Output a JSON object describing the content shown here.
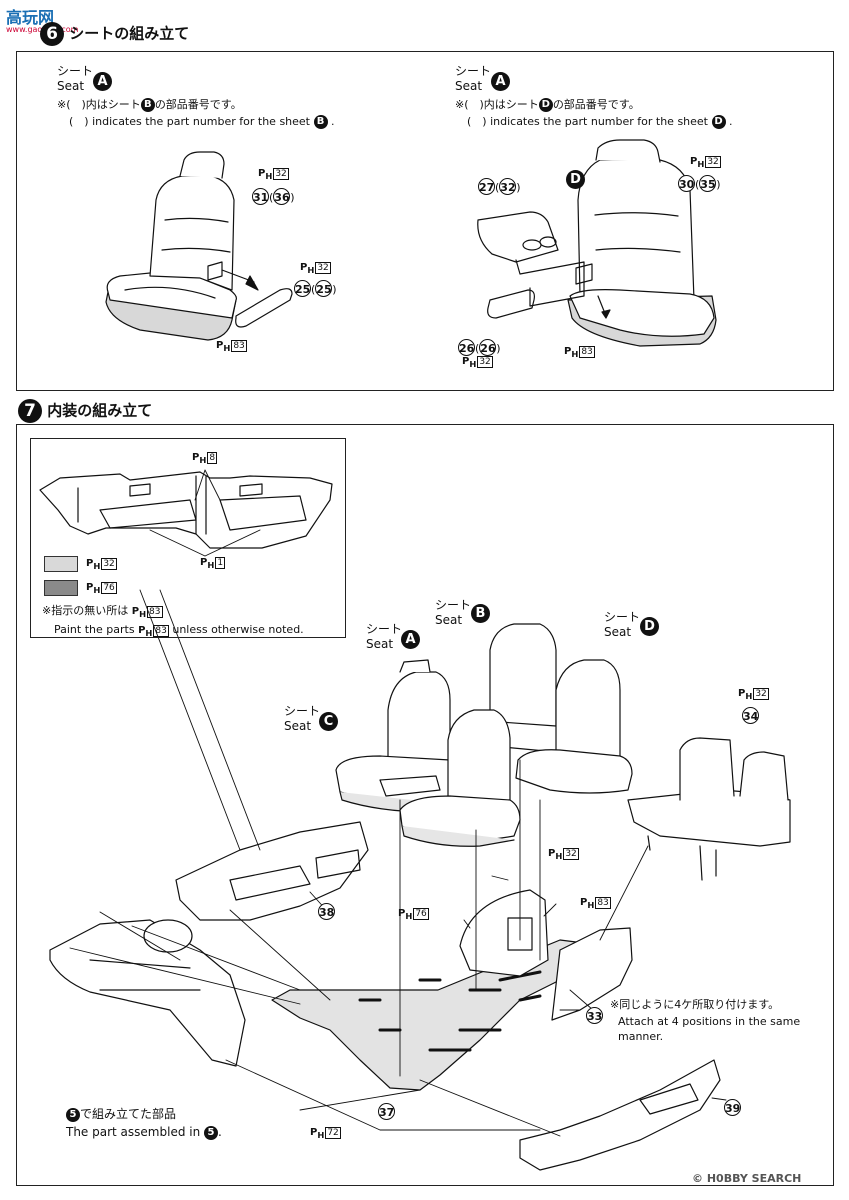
{
  "header": {
    "logo_text": "高玩网",
    "logo_sub": "www.gaowan.com",
    "step6_title": "シートの組み立て",
    "step6_num": "6"
  },
  "step6": {
    "left": {
      "seat_jp": "シート",
      "seat_en": "Seat",
      "seat_letter": "A",
      "note_jp_pre": "※(　)内はシート",
      "note_letter": "B",
      "note_jp_post": "の部品番号です。",
      "note_en_pre": "(　) indicates the part number for the sheet",
      "note_en_post": ".",
      "parts": [
        {
          "num": "31",
          "alt": "36",
          "paint": "32"
        },
        {
          "num": "25",
          "alt": "25",
          "paint": "32"
        }
      ],
      "base_paint": "83"
    },
    "right": {
      "seat_jp": "シート",
      "seat_en": "Seat",
      "seat_letter": "A",
      "note_jp_pre": "※(　)内はシート",
      "note_letter": "D",
      "note_jp_post": "の部品番号です。",
      "note_en_pre": "(　) indicates the part number for the sheet",
      "note_en_post": ".",
      "seat_label": "D",
      "parts": [
        {
          "num": "27",
          "alt": "32"
        },
        {
          "num": "30",
          "alt": "35",
          "paint": "32"
        },
        {
          "num": "26",
          "alt": "26",
          "paint": "32"
        }
      ],
      "base_paint": "83"
    }
  },
  "step7": {
    "num": "7",
    "title": "内装の組み立て",
    "inset": {
      "paint_top": "8",
      "paint_bottom": "1",
      "legend": [
        {
          "color": "#d9d9d9",
          "paint": "32"
        },
        {
          "color": "#8a8a8a",
          "paint": "76"
        }
      ],
      "note_jp_pre": "※指示の無い所は",
      "note_jp_paint": "83",
      "note_en_pre": "Paint the parts",
      "note_en_paint": "83",
      "note_en_post": "unless otherwise noted."
    },
    "seats": [
      {
        "jp": "シート",
        "en": "Seat",
        "letter": "A"
      },
      {
        "jp": "シート",
        "en": "Seat",
        "letter": "B"
      },
      {
        "jp": "シート",
        "en": "Seat",
        "letter": "C"
      },
      {
        "jp": "シート",
        "en": "Seat",
        "letter": "D"
      }
    ],
    "paints": {
      "p34": "32",
      "p_floor_a": "32",
      "p_floor_b": "76",
      "p_floor_c": "83",
      "p37": "72"
    },
    "parts": [
      "34",
      "38",
      "33",
      "37",
      "39"
    ],
    "attach_jp": "※同じように4ケ所取り付けます。",
    "attach_en_1": "Attach at 4 positions in the same",
    "attach_en_2": "manner.",
    "assembled_jp_pre": "で組み立てた部品",
    "assembled_num": "5",
    "assembled_en_pre": "The part assembled in",
    "assembled_en_post": "."
  },
  "watermark": "H0BBY SEARCH",
  "copyright": "©"
}
